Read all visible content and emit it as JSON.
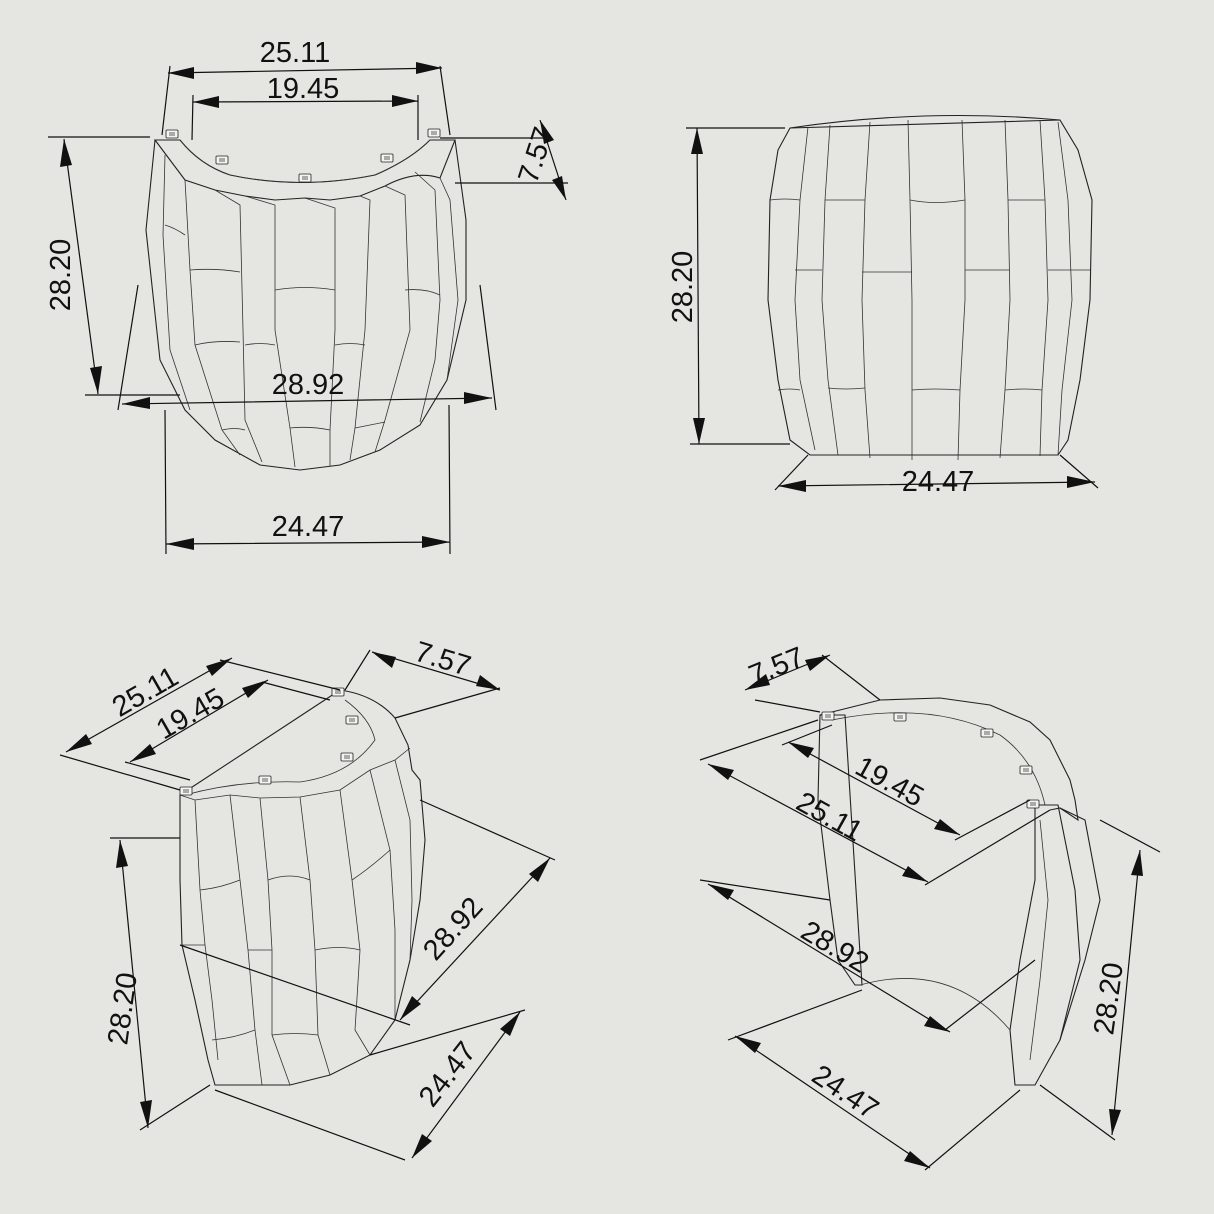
{
  "drawing": {
    "background": "#e5e6e1",
    "line_color": "#222222",
    "views": [
      {
        "id": "top-front",
        "dims": {
          "outer_top": "25.11",
          "inner_top": "19.45",
          "wall": "7.57",
          "height": "28.20",
          "max_width": "28.92",
          "base": "24.47"
        }
      },
      {
        "id": "side",
        "dims": {
          "height": "28.20",
          "base": "24.47"
        }
      },
      {
        "id": "iso-left",
        "dims": {
          "outer_top": "25.11",
          "inner_top": "19.45",
          "wall": "7.57",
          "height": "28.20",
          "max_width": "28.92",
          "base": "24.47"
        }
      },
      {
        "id": "iso-right",
        "dims": {
          "wall": "7.57",
          "inner_top": "19.45",
          "outer_top": "25.11",
          "max_width": "28.92",
          "height": "28.20",
          "base": "24.47"
        }
      }
    ]
  }
}
